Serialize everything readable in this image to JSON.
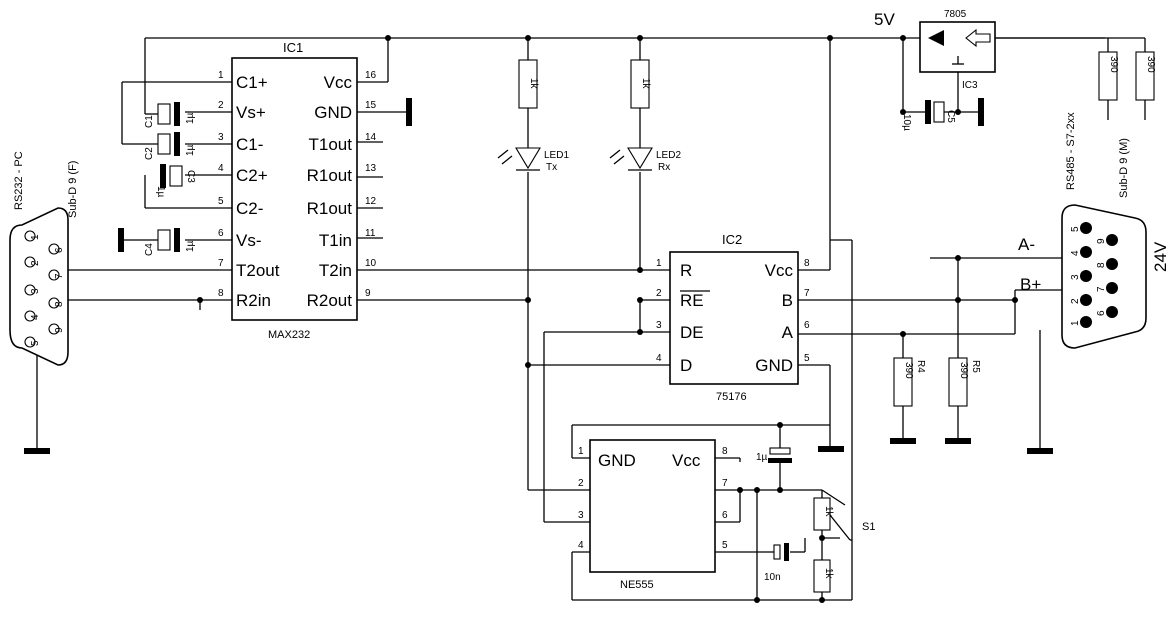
{
  "ic1": {
    "ref": "IC1",
    "part": "MAX232",
    "left_pins": [
      {
        "num": "1",
        "name": "C1+"
      },
      {
        "num": "2",
        "name": "Vs+"
      },
      {
        "num": "3",
        "name": "C1-"
      },
      {
        "num": "4",
        "name": "C2+"
      },
      {
        "num": "5",
        "name": "C2-"
      },
      {
        "num": "6",
        "name": "Vs-"
      },
      {
        "num": "7",
        "name": "T2out"
      },
      {
        "num": "8",
        "name": "R2in"
      }
    ],
    "right_pins": [
      {
        "num": "16",
        "name": "Vcc"
      },
      {
        "num": "15",
        "name": "GND"
      },
      {
        "num": "14",
        "name": "T1out"
      },
      {
        "num": "13",
        "name": "R1out"
      },
      {
        "num": "12",
        "name": "R1out"
      },
      {
        "num": "11",
        "name": "T1in"
      },
      {
        "num": "10",
        "name": "T2in"
      },
      {
        "num": "9",
        "name": "R2out"
      }
    ]
  },
  "ic2": {
    "ref": "IC2",
    "part": "75176",
    "left_pins": [
      {
        "num": "1",
        "name": "R"
      },
      {
        "num": "2",
        "name": "RE"
      },
      {
        "num": "3",
        "name": "DE"
      },
      {
        "num": "4",
        "name": "D"
      }
    ],
    "right_pins": [
      {
        "num": "8",
        "name": "Vcc"
      },
      {
        "num": "7",
        "name": "B"
      },
      {
        "num": "6",
        "name": "A"
      },
      {
        "num": "5",
        "name": "GND"
      }
    ]
  },
  "ic3": {
    "ref": "IC3",
    "part": "7805"
  },
  "ne555": {
    "part": "NE555",
    "gnd_label": "GND",
    "vcc_label": "Vcc",
    "left_pins": [
      "1",
      "2",
      "3",
      "4"
    ],
    "right_pins": [
      "8",
      "7",
      "6",
      "5"
    ]
  },
  "capacitors": {
    "c1": "C1",
    "c2": "C2",
    "c3": "C3",
    "c4": "C4",
    "c5": "C5",
    "c1_val": "1µ",
    "c2_val": "1µ",
    "c3_val": "1µ",
    "c4_val": "1µ",
    "c5_val": "10µ",
    "timing_1u": "1µ",
    "timing_10n": "10n"
  },
  "resistors": {
    "r_led1": "1k",
    "r_led2": "1k",
    "r4": "R4",
    "r4_val": "390",
    "r5": "R5",
    "r5_val": "390",
    "r_pull1": "390",
    "r_pull2": "390",
    "r_t1": "1k",
    "r_t2": "1k"
  },
  "leds": {
    "led1": "LED1",
    "led1_sig": "Tx",
    "led2": "LED2",
    "led2_sig": "Rx"
  },
  "switch": "S1",
  "power": {
    "rail": "5V",
    "input": "24V"
  },
  "connectors": {
    "pc_label": "RS232 - PC",
    "pc_type": "Sub-D 9 (F)",
    "plc_label": "RS485 - S7-2xx",
    "plc_type": "Sub-D 9 (M)",
    "pc_pins": [
      "1",
      "2",
      "3",
      "4",
      "5",
      "6",
      "7",
      "8",
      "9"
    ],
    "plc_pins": [
      "5",
      "4",
      "3",
      "2",
      "1",
      "9",
      "8",
      "7",
      "6"
    ],
    "a_minus": "A-",
    "b_plus": "B+"
  }
}
